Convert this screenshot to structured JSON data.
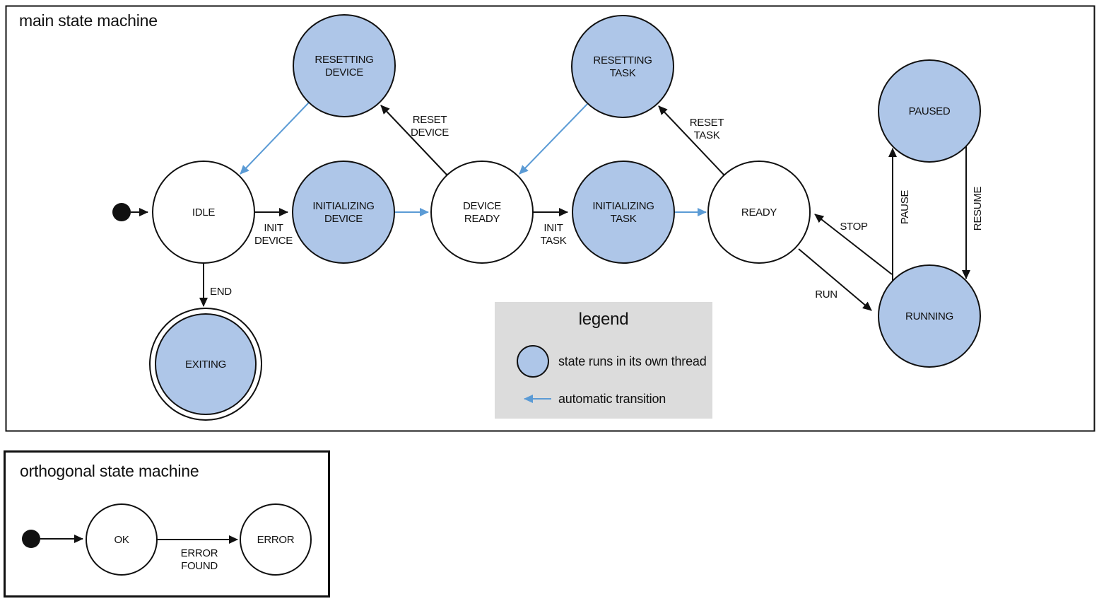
{
  "main_machine": {
    "title": "main state machine",
    "states": {
      "idle": "IDLE",
      "resetting_device": {
        "line1": "RESETTING",
        "line2": "DEVICE"
      },
      "initializing_device": {
        "line1": "INITIALIZING",
        "line2": "DEVICE"
      },
      "device_ready": {
        "line1": "DEVICE",
        "line2": "READY"
      },
      "resetting_task": {
        "line1": "RESETTING",
        "line2": "TASK"
      },
      "initializing_task": {
        "line1": "INITIALIZING",
        "line2": "TASK"
      },
      "ready": "READY",
      "paused": "PAUSED",
      "running": "RUNNING",
      "exiting": "EXITING"
    },
    "transitions": {
      "init_device": {
        "line1": "INIT",
        "line2": "DEVICE"
      },
      "reset_device": {
        "line1": "RESET",
        "line2": "DEVICE"
      },
      "init_task": {
        "line1": "INIT",
        "line2": "TASK"
      },
      "reset_task": {
        "line1": "RESET",
        "line2": "TASK"
      },
      "end": "END",
      "stop": "STOP",
      "run": "RUN",
      "pause": "PAUSE",
      "resume": "RESUME"
    }
  },
  "legend": {
    "title": "legend",
    "thread_label": "state runs in its own thread",
    "auto_label": "automatic transition"
  },
  "orthogonal_machine": {
    "title": "orthogonal state machine",
    "states": {
      "ok": "OK",
      "error": "ERROR"
    },
    "transitions": {
      "error_found": {
        "line1": "ERROR",
        "line2": "FOUND"
      }
    }
  },
  "colors": {
    "threaded_state_fill": "#aec6e8",
    "automatic_transition_arrow": "#5b9bd5",
    "legend_background": "#dcdcdc",
    "line_stroke": "#111111"
  }
}
